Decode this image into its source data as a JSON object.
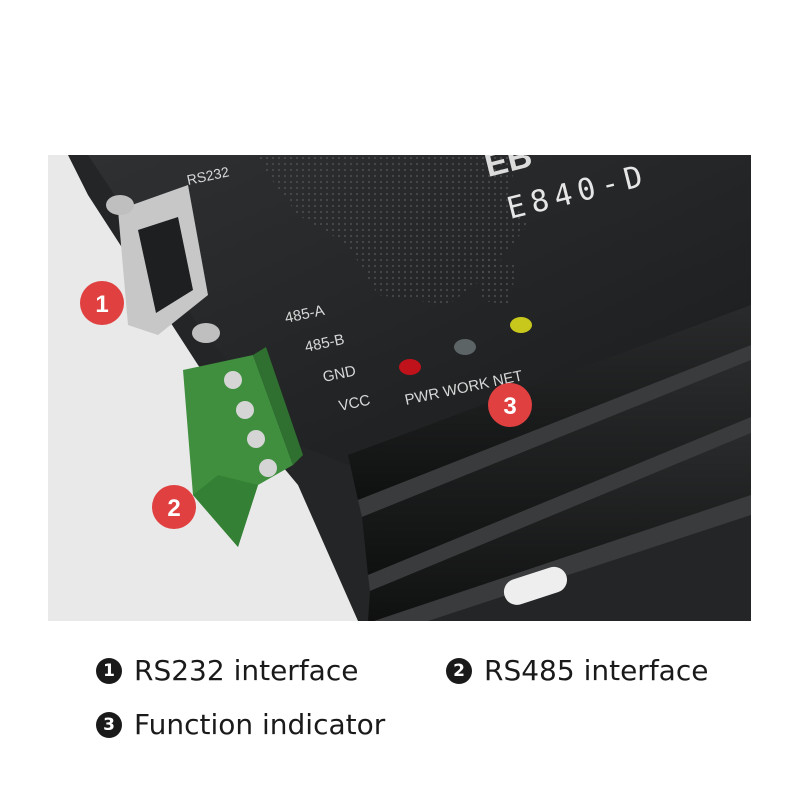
{
  "device": {
    "brand_partial": "EB",
    "model_partial": "E840-D",
    "rs232_label": "RS232",
    "terminal_labels": [
      "485-A",
      "485-B",
      "GND",
      "VCC"
    ],
    "led_labels": "PWR WORK NET",
    "led_colors": {
      "pwr": "#c0121a",
      "work": "#5c6466",
      "net": "#c8c81c"
    }
  },
  "callouts": [
    {
      "number": "1",
      "color": "#e04040"
    },
    {
      "number": "2",
      "color": "#e04040"
    },
    {
      "number": "3",
      "color": "#e04040"
    }
  ],
  "legend": [
    {
      "number": "1",
      "text": "RS232 interface"
    },
    {
      "number": "2",
      "text": "RS485 interface"
    },
    {
      "number": "3",
      "text": "Function indicator"
    }
  ]
}
